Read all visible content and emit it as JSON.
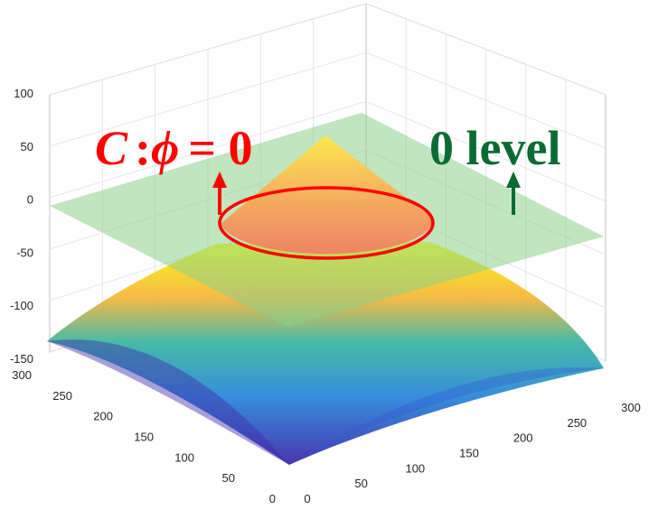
{
  "chart_data": {
    "type": "surface",
    "title": "",
    "surface": {
      "function": "cone_level_set",
      "grid_x": [
        0,
        300
      ],
      "grid_y": [
        0,
        300
      ],
      "peak_z": 100,
      "slope": 1
    },
    "plane": {
      "label": "0 level",
      "z": 0,
      "color": "#8ccf8a"
    },
    "contour": {
      "label_prefix": "C",
      "label_sep": ":",
      "label_symbol": "ϕ",
      "label_eq": "= 0",
      "z": 0,
      "color": "#ff0000"
    },
    "axes": {
      "x": {
        "ticks": [
          "0",
          "50",
          "100",
          "150",
          "200",
          "250",
          "300"
        ],
        "range": [
          0,
          300
        ]
      },
      "y": {
        "ticks": [
          "0",
          "50",
          "100",
          "150",
          "200",
          "250",
          "300"
        ],
        "range": [
          0,
          300
        ]
      },
      "z": {
        "ticks": [
          "100",
          "50",
          "0",
          "-50",
          "-100",
          "-150"
        ],
        "range": [
          -150,
          100
        ]
      }
    },
    "grid": true,
    "colormap": "parula",
    "annotation_colors": {
      "contour": "#ff0000",
      "plane": "#0b6b34"
    }
  }
}
